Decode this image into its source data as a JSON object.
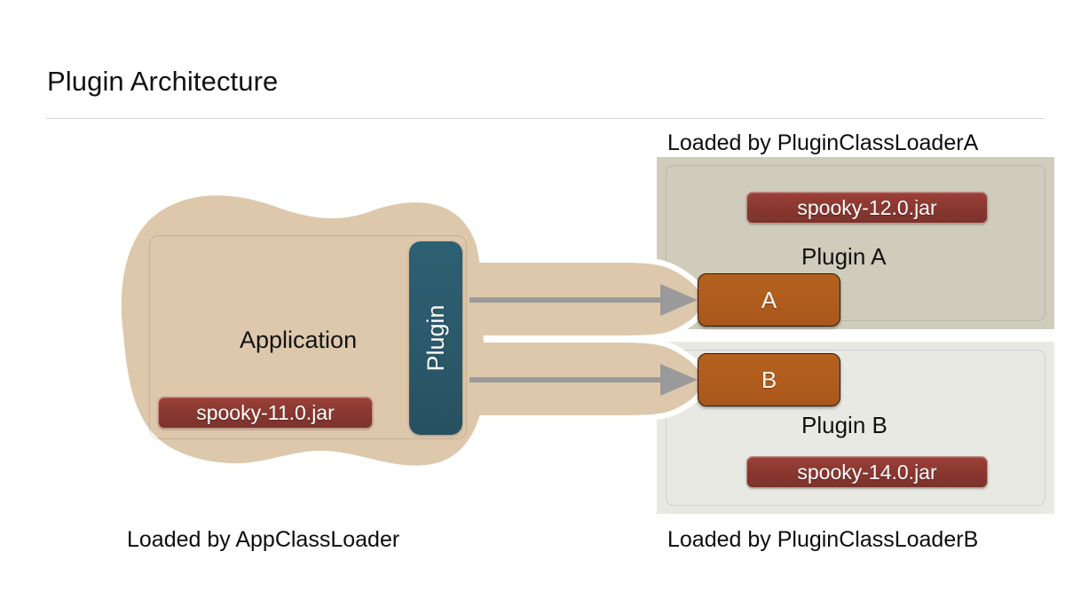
{
  "page": {
    "title": "Plugin Architecture"
  },
  "application": {
    "label": "Application",
    "plugin_bar_label": "Plugin",
    "jar": "spooky-11.0.jar",
    "caption": "Loaded by AppClassLoader"
  },
  "plugins": [
    {
      "id": "a",
      "caption": "Loaded by PluginClassLoaderA",
      "jar": "spooky-12.0.jar",
      "label": "Plugin A",
      "class_box": "A",
      "panel_color": "#cfccbb"
    },
    {
      "id": "b",
      "caption": "Loaded by PluginClassLoaderB",
      "jar": "spooky-14.0.jar",
      "label": "Plugin B",
      "class_box": "B",
      "panel_color": "#e9e9e3"
    }
  ],
  "colors": {
    "blob_tan": "#ddc8ac",
    "plugin_teal": "#2c5b6d",
    "class_orange": "#b05c1d",
    "jar_red": "#8e3a32",
    "arrow_gray": "#9a9a9a",
    "rule": "#d8d8d8"
  }
}
